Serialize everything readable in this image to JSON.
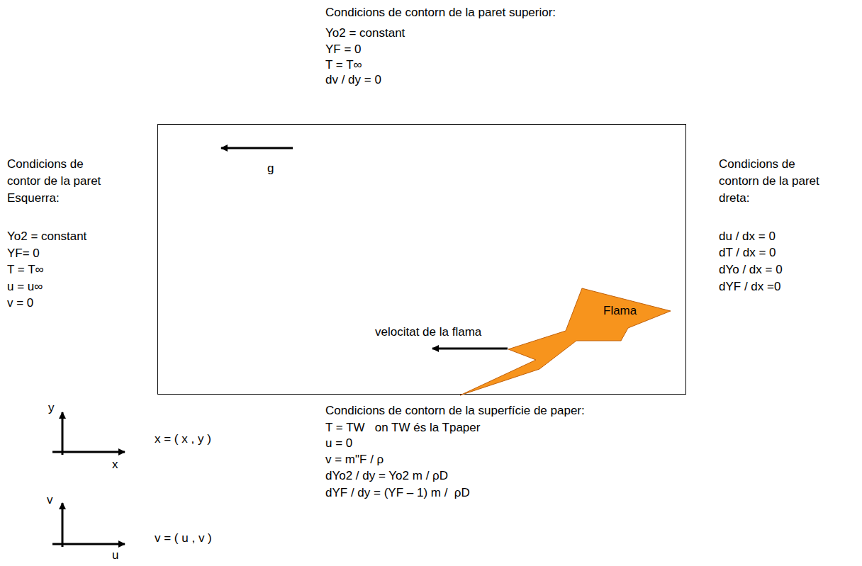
{
  "diagram": {
    "nodes": [
      {
        "text": [
          "g",
          "velocitat de la flama"
        ]
      },
      {
        "text": [
          "Flama"
        ],
        "in": 0
      }
    ],
    "labels": [
      "Condicions de contorn de la paret superior:",
      "Yo2 = constant",
      "YF = 0",
      "T = T∞",
      "dv / dy = 0",
      "Condicions de",
      "contor de la paret",
      "Esquerra:",
      "Yo2 = constant",
      "YF= 0",
      "T = T∞",
      "u = u∞",
      "v = 0",
      "Condicions de",
      "contorn de la paret",
      "dreta:",
      "du / dx = 0",
      "dT / dx = 0",
      "dYo / dx = 0",
      "dYF / dx =0",
      "Condicions de contorn de la superfície de paper:",
      "T = TW   on TW és la Tpaper",
      "u = 0",
      "v = m\"F / ρ",
      "dYo2 / dy = Yo2 m / ρD",
      "dYF / dy = (YF – 1) m /  ρD",
      "y",
      "x",
      "x = ( x , y )",
      "v",
      "u",
      "v = ( u , v )"
    ]
  }
}
